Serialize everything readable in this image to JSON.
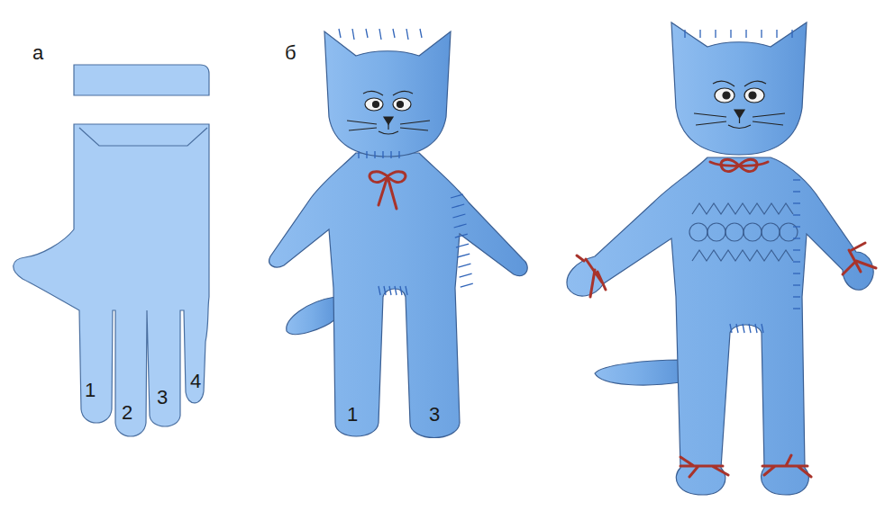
{
  "diagram": {
    "labels": [
      "а",
      "1",
      "2",
      "3",
      "4",
      "б",
      "1",
      "3"
    ]
  }
}
